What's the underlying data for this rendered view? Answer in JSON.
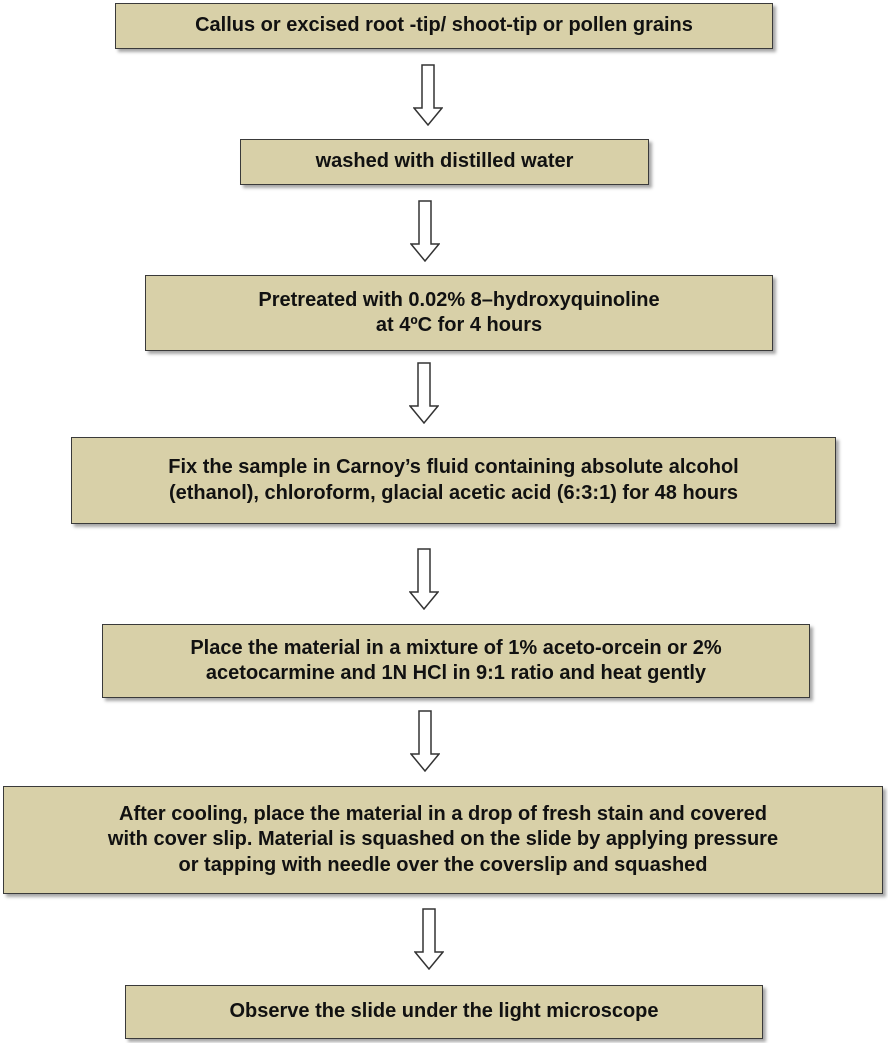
{
  "steps": [
    {
      "lines": [
        "Callus or excised root -tip/ shoot-tip or pollen grains"
      ]
    },
    {
      "lines": [
        "washed with distilled water"
      ]
    },
    {
      "lines": [
        "Pretreated with 0.02% 8–hydroxyquinoline",
        "at 4ºC for 4 hours"
      ]
    },
    {
      "lines": [
        "Fix the sample in Carnoy’s fluid containing absolute alcohol",
        "(ethanol), chloroform, glacial acetic acid (6:3:1) for 48 hours"
      ]
    },
    {
      "lines": [
        "Place the material in a mixture of 1% aceto-orcein or 2%",
        "acetocarmine and 1N HCl in 9:1 ratio and heat gently"
      ]
    },
    {
      "lines": [
        "After cooling, place the material in a drop of fresh stain and covered",
        "with cover slip. Material is squashed on the slide by applying pressure",
        "or tapping with needle over the coverslip and squashed"
      ]
    },
    {
      "lines": [
        "Observe the slide under the light microscope"
      ]
    }
  ],
  "colors": {
    "box_fill": "#d8d0a8",
    "box_border": "#3a3a3a",
    "arrow_stroke": "#333333"
  }
}
